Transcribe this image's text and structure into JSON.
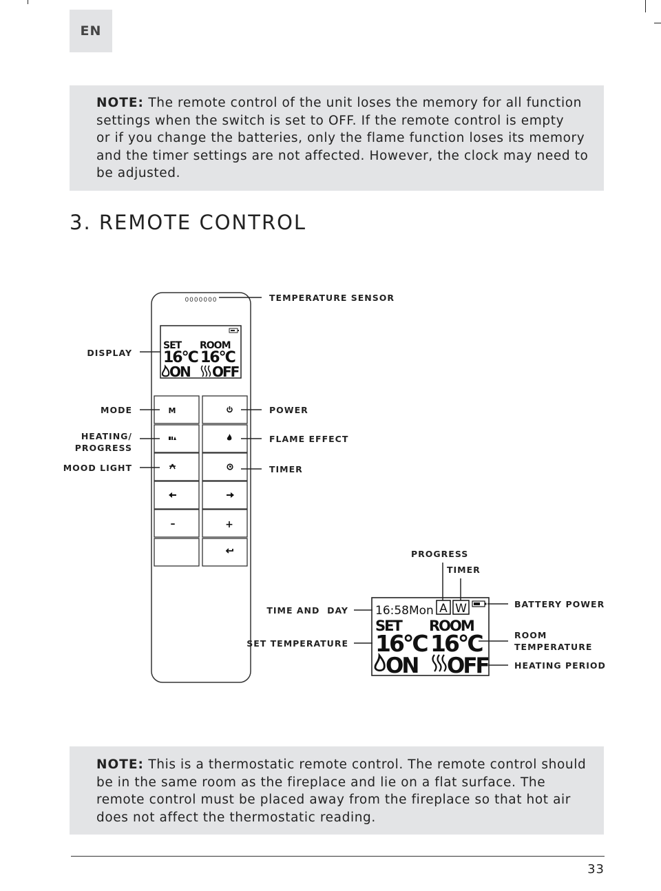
{
  "language": "EN",
  "note_top": {
    "prefix": "NOTE:",
    "line1": " The remote control of the unit loses the memory for all function",
    "line2": "settings when the switch is set to OFF. If the remote control is empty",
    "line3": "or if you change the batteries, only the flame function loses its memory",
    "line4": "and the timer settings are not affected. However, the clock may need to",
    "line5": "be adjusted."
  },
  "section_title": "3. REMOTE CONTROL",
  "remote": {
    "sensor_text": "0000000",
    "display": {
      "set": "SET",
      "room": "ROOM",
      "set_temp": "16°C",
      "room_temp": "16°C",
      "flame": "ON",
      "heat": "OFF"
    },
    "buttons": {
      "mode": "M",
      "minus": "–",
      "plus": "+"
    }
  },
  "labels": {
    "temperature_sensor": "TEMPERATURE SENSOR",
    "display": "DISPLAY",
    "mode": "MODE",
    "power": "POWER",
    "heating_progress_1": "HEATING/",
    "heating_progress_2": "PROGRESS",
    "flame_effect": "FLAME EFFECT",
    "mood_light": "MOOD LIGHT",
    "timer": "TIMER"
  },
  "detail_display": {
    "time_day": "16:58Mon",
    "mode_a": "A",
    "mode_w": "W",
    "set": "SET",
    "room": "ROOM",
    "set_temp": "16°C",
    "room_temp": "16°C",
    "flame": "ON",
    "heat": "OFF"
  },
  "detail_labels": {
    "progress": "PROGRESS",
    "timer": "TIMER",
    "battery_power": "BATTERY POWER",
    "time_and_day": "TIME AND  DAY",
    "set_temperature": "SET TEMPERATURE",
    "room_temperature_1": "ROOM",
    "room_temperature_2": "TEMPERATURE",
    "heating_period": "HEATING PERIOD"
  },
  "note_bottom": {
    "prefix": "NOTE:",
    "line1": " This is a thermostatic remote control. The remote control should",
    "line2": "be in the same room as the fireplace and lie on a flat surface. The",
    "line3": "remote control must be placed away from the fireplace so that hot air",
    "line4": "does not affect the thermostatic reading."
  },
  "page_number": "33",
  "colors": {
    "note_bg": "#e3e4e6",
    "badge_bg": "#e2e3e5",
    "ink": "#222222"
  },
  "icons": {
    "power_button": "power-icon",
    "heating_button": "heating-progress-icon",
    "flame_button": "flame-icon",
    "mood_button": "mood-light-icon",
    "timer_button": "clock-icon",
    "left_button": "arrow-left-icon",
    "right_button": "arrow-right-icon",
    "enter_button": "return-arrow-icon",
    "battery": "battery-icon"
  }
}
